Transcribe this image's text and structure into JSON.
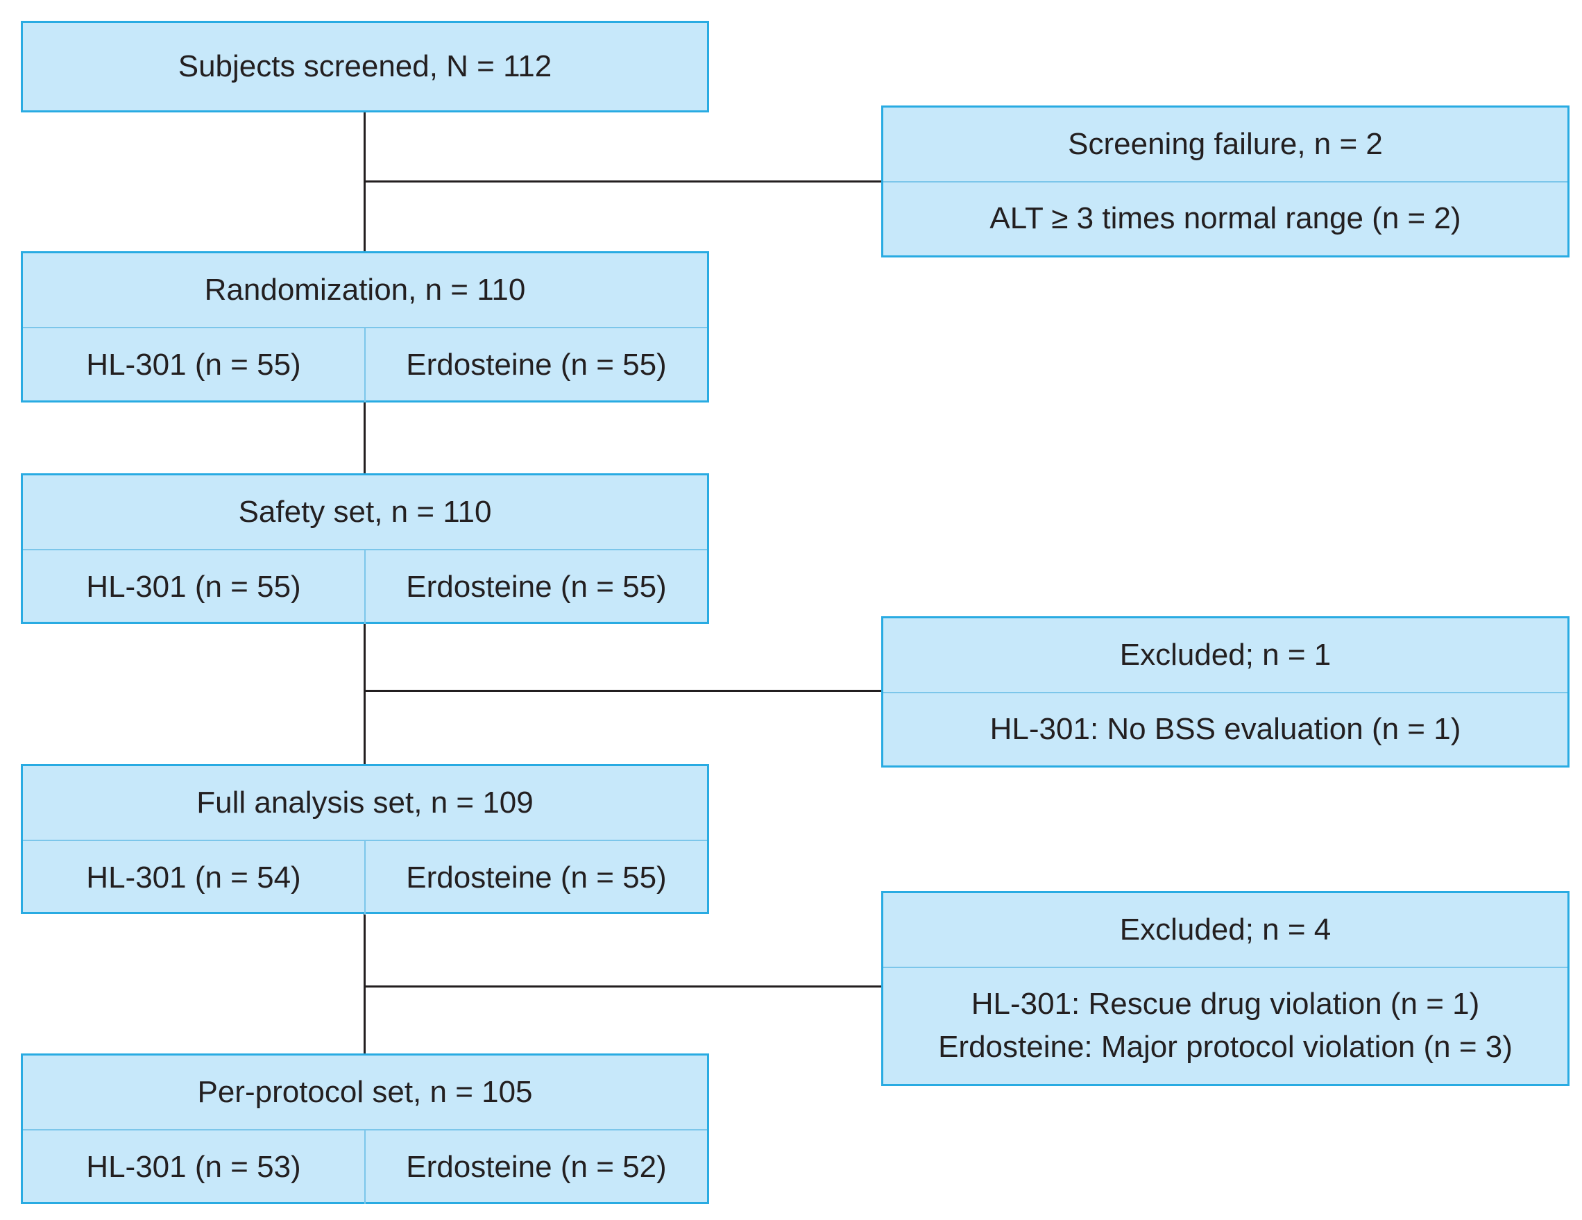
{
  "screened": {
    "title": "Subjects screened, N = 112"
  },
  "screening_failure": {
    "title": "Screening failure, n = 2",
    "reason": "ALT ≥ 3 times normal range (n = 2)"
  },
  "randomization": {
    "title": "Randomization, n = 110",
    "left": "HL-301 (n = 55)",
    "right": "Erdosteine (n = 55)"
  },
  "safety_set": {
    "title": "Safety set, n = 110",
    "left": "HL-301 (n = 55)",
    "right": "Erdosteine (n = 55)"
  },
  "excluded_1": {
    "title": "Excluded; n = 1",
    "reason": "HL-301: No BSS evaluation (n = 1)"
  },
  "full_analysis_set": {
    "title": "Full analysis set, n = 109",
    "left": "HL-301 (n = 54)",
    "right": "Erdosteine (n = 55)"
  },
  "excluded_4": {
    "title": "Excluded; n = 4",
    "reasons": [
      "HL-301: Rescue drug violation (n = 1)",
      "Erdosteine: Major protocol violation (n = 3)"
    ]
  },
  "per_protocol_set": {
    "title": "Per-protocol set, n = 105",
    "left": "HL-301 (n = 53)",
    "right": "Erdosteine (n = 52)"
  },
  "colors": {
    "box_fill": "#c7e8fa",
    "box_border": "#29abe2",
    "connector": "#231f20"
  }
}
